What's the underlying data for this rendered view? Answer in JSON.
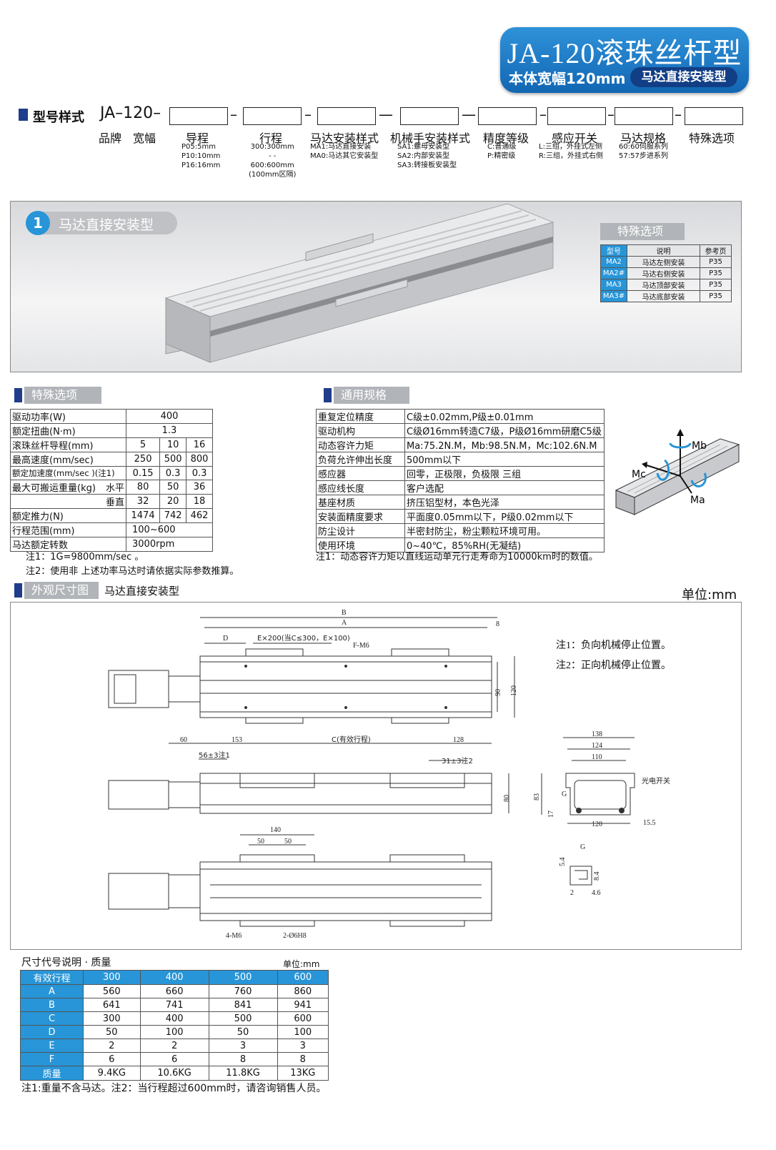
{
  "header": {
    "title": "JA-120滚珠丝杆型",
    "subtitle": "本体宽幅120mm",
    "tag": "马达直接安装型"
  },
  "model": {
    "label": "型号样式",
    "prefix": "JA–120–",
    "fields": [
      {
        "name": "导程",
        "options": [
          "P05:5mm",
          "P10:10mm",
          "P16:16mm"
        ]
      },
      {
        "name": "行程",
        "options": [
          "300:300mm",
          "-     -",
          "600:600mm",
          "(100mm区隔)"
        ]
      },
      {
        "name": "马达安装样式",
        "options": [
          "MA1:马达直接安装",
          "MA0:马达其它安装型"
        ]
      },
      {
        "name": "机械手安装样式",
        "options": [
          "SA1:螺母安装型",
          "SA2:内部安装型",
          "SA3:转接板安装型"
        ]
      },
      {
        "name": "精度等级",
        "options": [
          "C:普通级",
          "P:精密级"
        ]
      },
      {
        "name": "感应开关",
        "options": [
          "L:三组，外挂式左侧",
          "R:三组，外挂式右侧"
        ]
      },
      {
        "name": "马达规格",
        "options": [
          "60:60伺服系列",
          "57:57步进系列"
        ]
      },
      {
        "name": "特殊选项",
        "options": []
      }
    ],
    "brand": "品牌",
    "width": "宽幅"
  },
  "panel": {
    "badge_num": "1",
    "title": "马达直接安装型",
    "options_title": "特殊选项",
    "options_headers": [
      "型号",
      "说明",
      "参考页"
    ],
    "options_rows": [
      [
        "MA2",
        "马达左侧安装",
        "P35"
      ],
      [
        "MA2#",
        "马达右侧安装",
        "P35"
      ],
      [
        "MA3",
        "马达顶部安装",
        "P35"
      ],
      [
        "MA3#",
        "马达底部安装",
        "P35"
      ]
    ]
  },
  "spec_left": {
    "title": "特殊选项",
    "rows": [
      {
        "label": "驱动功率(W)",
        "vals": [
          "400"
        ]
      },
      {
        "label": "额定扭曲(N·m)",
        "vals": [
          "1.3"
        ]
      },
      {
        "label": "滚珠丝杆导程(mm)",
        "vals": [
          "5",
          "10",
          "16"
        ]
      },
      {
        "label": "最高速度(mm/sec)",
        "vals": [
          "250",
          "500",
          "800"
        ]
      },
      {
        "label": "额定加速度(mm/sec )(注1)",
        "vals": [
          "0.15",
          "0.3",
          "0.3"
        ]
      },
      {
        "label": "最大可搬运重量(kg)",
        "sub": "水平",
        "vals": [
          "80",
          "50",
          "36"
        ]
      },
      {
        "label": "",
        "sub": "垂直",
        "vals": [
          "32",
          "20",
          "18"
        ]
      },
      {
        "label": "额定推力(N)",
        "vals": [
          "1474",
          "742",
          "462"
        ]
      },
      {
        "label": "行程范围(mm)",
        "vals": [
          "100~600"
        ]
      },
      {
        "label": "马达额定转数",
        "vals": [
          "3000rpm"
        ]
      }
    ],
    "notes": [
      "注1：1G=9800mm/sec 。",
      "注2：使用非 上述功率马达时请依据实际参数推算。"
    ]
  },
  "spec_right": {
    "title": "通用规格",
    "rows": [
      [
        "重复定位精度",
        "C级±0.02mm,P级±0.01mm"
      ],
      [
        "驱动机构",
        "C级Ø16mm转造C7级，P级Ø16mm研磨C5级"
      ],
      [
        "动态容许力矩",
        "Ma:75.2N.M，Mb:98.5N.M，Mc:102.6N.M"
      ],
      [
        "负荷允许伸出长度",
        "500mm以下"
      ],
      [
        "感应器",
        "回零，正极限，负极限 三组"
      ],
      [
        "感应线长度",
        "客户选配"
      ],
      [
        "基座材质",
        "挤压铝型材，本色光泽"
      ],
      [
        "安装面精度要求",
        "平面度0.05mm以下，P级0.02mm以下"
      ],
      [
        "防尘设计",
        "半密封防尘，粉尘颗粒环境可用。"
      ],
      [
        "使用环境",
        "0~40℃，85%RH(无凝结)"
      ]
    ],
    "note": "注1：动态容许力矩以直线运动单元行走寿命为10000km时的数值。",
    "moment_labels": [
      "Mb",
      "Mc",
      "Ma"
    ]
  },
  "drawing": {
    "title": "外观尺寸图",
    "subtitle": "马达直接安装型",
    "unit": "单位:mm",
    "notes": [
      "注1：负向机械停止位置。",
      "注2：正向机械停止位置。"
    ],
    "dims_top": [
      "B",
      "A",
      "8",
      "D",
      "E×200(当C≤300，E×100)",
      "F-M6",
      "90",
      "120"
    ],
    "dims_mid": [
      "60",
      "153",
      "C(有效行程)",
      "128",
      "56±3注1",
      "31±3注2",
      "80"
    ],
    "dims_end": [
      "138",
      "124",
      "110",
      "83",
      "17",
      "G",
      "120",
      "15.5",
      "光电开关"
    ],
    "dims_bot": [
      "140",
      "50",
      "50",
      "4-M6",
      "2-Ø6H8"
    ],
    "dims_g": [
      "G",
      "5.4",
      "8.4",
      "2",
      "4.6"
    ]
  },
  "dims_table": {
    "title": "尺寸代号说明 · 质量",
    "unit": "单位:mm",
    "headers": [
      "有效行程",
      "300",
      "400",
      "500",
      "600"
    ],
    "rows": [
      [
        "A",
        "560",
        "660",
        "760",
        "860"
      ],
      [
        "B",
        "641",
        "741",
        "841",
        "941"
      ],
      [
        "C",
        "300",
        "400",
        "500",
        "600"
      ],
      [
        "D",
        "50",
        "100",
        "50",
        "100"
      ],
      [
        "E",
        "2",
        "2",
        "3",
        "3"
      ],
      [
        "F",
        "6",
        "6",
        "8",
        "8"
      ],
      [
        "质量",
        "9.4KG",
        "10.6KG",
        "11.8KG",
        "13KG"
      ]
    ],
    "note": "注1:重量不含马达。注2：当行程超过600mm时，请咨询销售人员。"
  },
  "colors": {
    "accent": "#2795d8",
    "navy": "#1f3d8a",
    "gray_tab": "#b1b4b8"
  }
}
